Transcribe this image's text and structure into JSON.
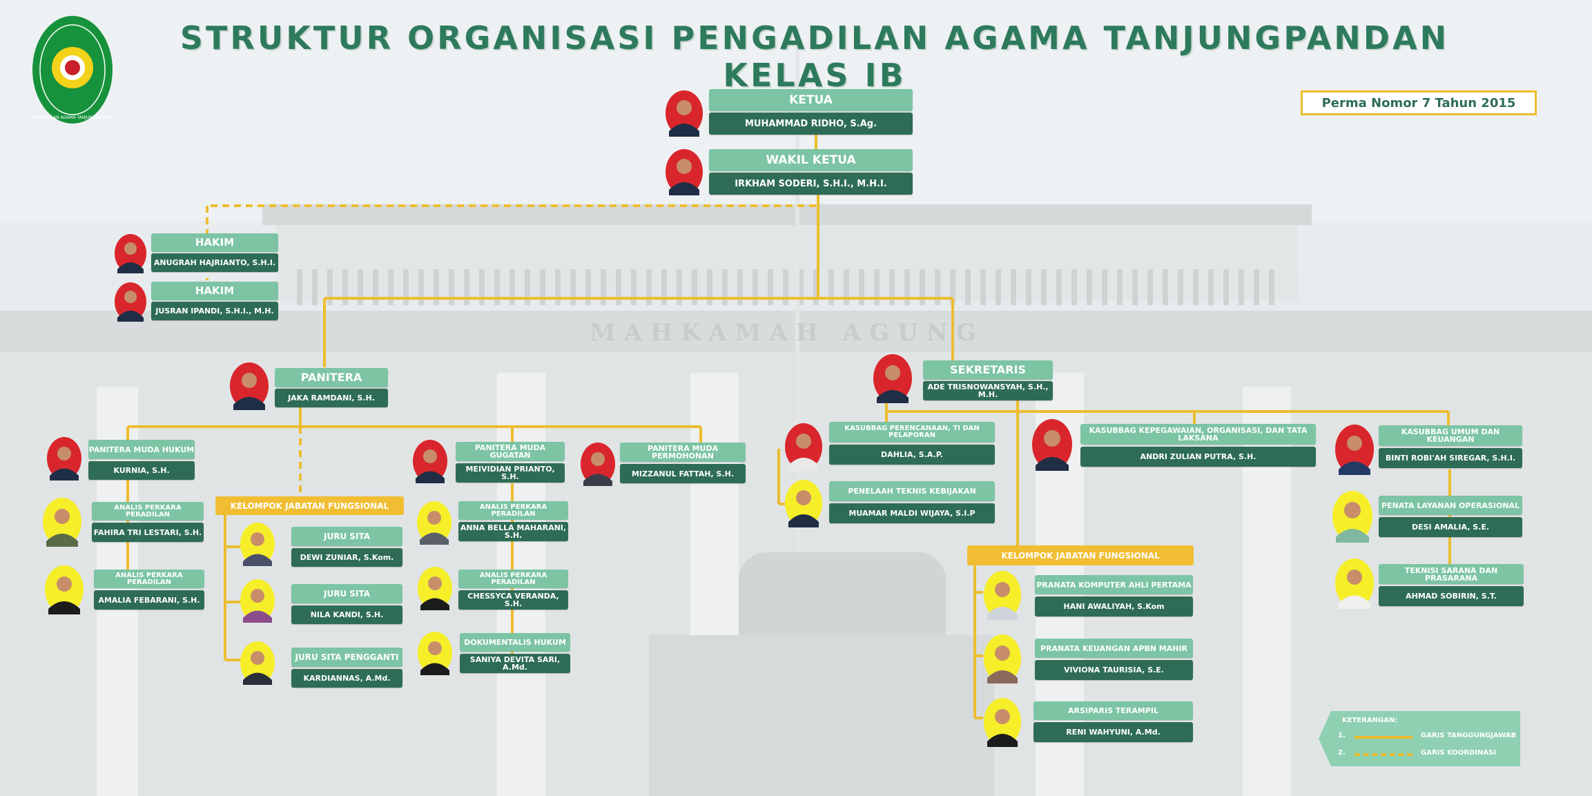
{
  "header": {
    "title": "STRUKTUR ORGANISASI PENGADILAN AGAMA TANJUNGPANDAN KELAS IB",
    "perma": "Perma Nomor 7 Tahun 2015",
    "building_text": "MAHKAMAH AGUNG",
    "logo_text": "PENGADILAN AGAMA TANJUNGPANDAN"
  },
  "colors": {
    "role_bg": "#7cc4a4",
    "name_bg": "#2e6c55",
    "line": "#ecbd2f",
    "title": "#2e7a5d",
    "photo_red": "#d9262c",
    "photo_yellow": "#f5ee28"
  },
  "people": {
    "ketua": {
      "role": "KETUA",
      "name": "MUHAMMAD RIDHO, S.Ag."
    },
    "wakil": {
      "role": "WAKIL KETUA",
      "name": "IRKHAM SODERI, S.H.I., M.H.I."
    },
    "hakim1": {
      "role": "HAKIM",
      "name": "ANUGRAH HAJRIANTO, S.H.I."
    },
    "hakim2": {
      "role": "HAKIM",
      "name": "JUSRAN IPANDI, S.H.I., M.H."
    },
    "panitera": {
      "role": "PANITERA",
      "name": "JAKA RAMDANI, S.H."
    },
    "sekretaris": {
      "role": "SEKRETARIS",
      "name": "ADE TRISNOWANSYAH, S.H., M.H."
    },
    "pm_hukum": {
      "role": "PANITERA MUDA HUKUM",
      "name": "KURNIA, S.H."
    },
    "app1": {
      "role": "ANALIS PERKARA PERADILAN",
      "name": "FAHIRA TRI LESTARI, S.H."
    },
    "app2": {
      "role": "ANALIS PERKARA PERADILAN",
      "name": "AMALIA FEBARANI, S.H."
    },
    "js1": {
      "role": "JURU SITA",
      "name": "DEWI ZUNIAR, S.Kom."
    },
    "js2": {
      "role": "JURU SITA",
      "name": "NILA KANDI, S.H."
    },
    "jsp": {
      "role": "JURU SITA PENGGANTI",
      "name": "KARDIANNAS, A.Md."
    },
    "pm_gugatan": {
      "role": "PANITERA MUDA GUGATAN",
      "name": "MEIVIDIAN PRIANTO, S.H."
    },
    "app3": {
      "role": "ANALIS PERKARA PERADILAN",
      "name": "ANNA BELLA MAHARANI, S.H."
    },
    "app4": {
      "role": "ANALIS PERKARA PERADILAN",
      "name": "CHESSYCA VERANDA, S.H."
    },
    "dok": {
      "role": "DOKUMENTALIS HUKUM",
      "name": "SANIYA DEVITA SARI, A.Md."
    },
    "pm_permohonan": {
      "role": "PANITERA MUDA PERMOHONAN",
      "name": "MIZZANUL FATTAH, S.H."
    },
    "kasubbag_ptip": {
      "role": "KASUBBAG PERENCANAAN, TI DAN PELAPORAN",
      "name": "DAHLIA, S.A.P."
    },
    "penelaah": {
      "role": "PENELAAH TEKNIS KEBIJAKAN",
      "name": "MUAMAR MALDI WIJAYA, S.I.P"
    },
    "kasubbag_kot": {
      "role": "KASUBBAG KEPEGAWAIAN, ORGANISASI, DAN TATA LAKSANA",
      "name": "ANDRI ZULIAN PUTRA, S.H."
    },
    "kasubbag_uk": {
      "role": "KASUBBAG UMUM DAN KEUANGAN",
      "name": "BINTI ROBI'AH SIREGAR, S.H.I."
    },
    "penata": {
      "role": "PENATA LAYANAN OPERASIONAL",
      "name": "DESI AMALIA, S.E."
    },
    "teknisi": {
      "role": "TEKNISI SARANA DAN PRASARANA",
      "name": "AHMAD SOBIRIN, S.T."
    },
    "pranata_komp": {
      "role": "PRANATA KOMPUTER AHLI PERTAMA",
      "name": "HANI AWALIYAH, S.Kom"
    },
    "pranata_keu": {
      "role": "PRANATA KEUANGAN APBN MAHIR",
      "name": "VIVIONA TAURISIA, S.E."
    },
    "arsiparis": {
      "role": "ARSIPARIS TERAMPIL",
      "name": "RENI WAHYUNI, A.Md."
    }
  },
  "groups": {
    "kjf_panitera": "KELOMPOK JABATAN FUNGSIONAL",
    "kjf_sekretaris": "KELOMPOK JABATAN FUNGSIONAL"
  },
  "legend": {
    "title": "KETERANGAN:",
    "items": [
      {
        "num": "1.",
        "label": "GARIS TANGGUNGJAWAB",
        "style": "solid"
      },
      {
        "num": "2.",
        "label": "GARIS KOORDINASI",
        "style": "dashed"
      }
    ]
  }
}
